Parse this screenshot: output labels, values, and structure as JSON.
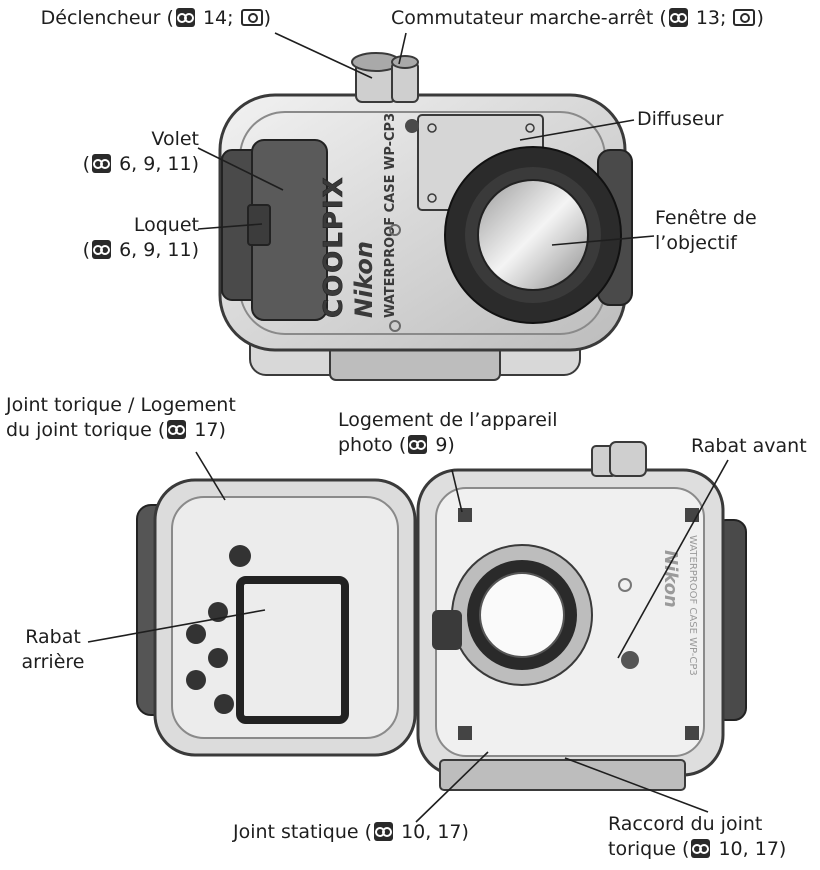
{
  "labels": {
    "declencheur": {
      "text": "Déclencheur (",
      "pages": "14;",
      "close": ")"
    },
    "commutateur": {
      "text": "Commutateur marche-arrêt (",
      "pages": "13;",
      "close": ")"
    },
    "diffuseur": "Diffuseur",
    "volet": {
      "title": "Volet",
      "pages": "6, 9, 11)"
    },
    "loquet": {
      "title": "Loquet",
      "pages": "6, 9, 11)"
    },
    "fenetre": {
      "line1": "Fenêtre de",
      "line2": "l’objectif"
    },
    "joint_torique": {
      "line1": "Joint torique / Logement",
      "line2": "du joint torique (",
      "pages": "17)"
    },
    "logement_appareil": {
      "line1": "Logement de l’appareil",
      "line2": "photo (",
      "pages": "9)"
    },
    "rabat_avant": "Rabat avant",
    "rabat_arriere": {
      "line1": "Rabat",
      "line2": "arrière"
    },
    "joint_statique": {
      "text": "Joint statique (",
      "pages": "10, 17)"
    },
    "raccord": {
      "line1": "Raccord du joint",
      "line2": "torique (",
      "pages": "10, 17)"
    }
  },
  "icons": {
    "reference": "page-reference-icon",
    "camera": "camera-manual-icon"
  },
  "colors": {
    "case": "#d9d9d9",
    "outline": "#3a3a3a",
    "dark": "#4a4a4a",
    "lens": "#2b2b2b",
    "glass": "#c8c8c8"
  },
  "logo": {
    "brand": "Nikon",
    "model": "WATERPROOF CASE WP-CP3",
    "series": "COOLPIX"
  }
}
